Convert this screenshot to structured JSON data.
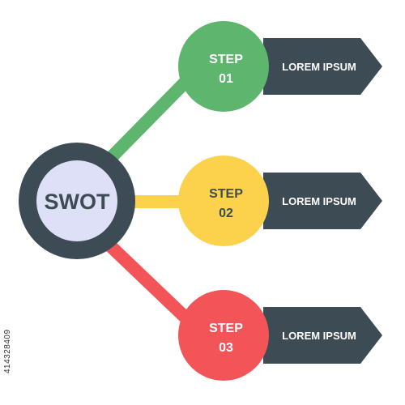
{
  "center": {
    "label": "SWOT"
  },
  "steps": [
    {
      "line1": "STEP",
      "line2": "01",
      "banner": "LOREM IPSUM"
    },
    {
      "line1": "STEP",
      "line2": "02",
      "banner": "LOREM IPSUM"
    },
    {
      "line1": "STEP",
      "line2": "03",
      "banner": "LOREM IPSUM"
    }
  ],
  "side_text": "414328409",
  "colors": {
    "dark": "#3d4b55",
    "center_fill": "#dde0f6",
    "step_01": "#5db56e",
    "step_02": "#fcd24c",
    "step_03": "#f25458",
    "banner_text": "#ffffff",
    "center_text": "#3d4b55",
    "step_text": "#ffffff"
  }
}
